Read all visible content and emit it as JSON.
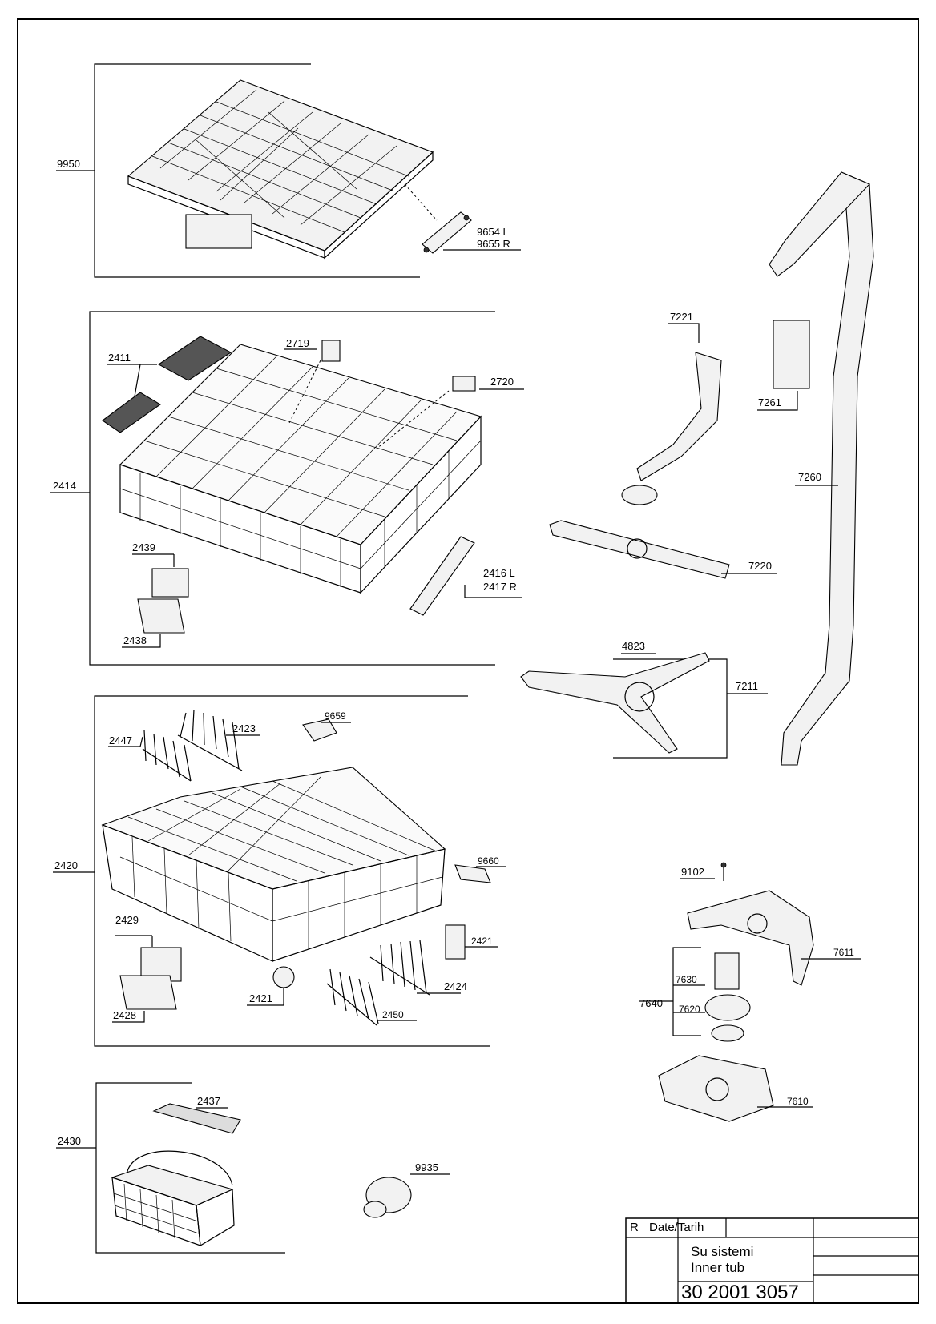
{
  "labels": {
    "p9950": "9950",
    "p9654": "9654 L",
    "p9655": "9655 R",
    "p2411": "2411",
    "p2719": "2719",
    "p2720": "2720",
    "p2414": "2414",
    "p2439": "2439",
    "p2438": "2438",
    "p2416": "2416 L",
    "p2417": "2417 R",
    "p7221": "7221",
    "p7261": "7261",
    "p7260": "7260",
    "p7220": "7220",
    "p4823": "4823",
    "p7211": "7211",
    "p9659": "9659",
    "p2423": "2423",
    "p2447": "2447",
    "p2420": "2420",
    "p9660": "9660",
    "p2429": "2429",
    "p2421a": "2421",
    "p2421b": "2421",
    "p2424": "2424",
    "p2428": "2428",
    "p2450": "2450",
    "p9102": "9102",
    "p7611": "7611",
    "p7630": "7630",
    "p7640": "7640",
    "p7620": "7620",
    "p7610": "7610",
    "p2437": "2437",
    "p2430": "2430",
    "p9935": "9935"
  },
  "title_block": {
    "rev": "R",
    "date_label": "Date/Tarih",
    "title_tr": "Su sistemi",
    "title_en": "Inner tub",
    "doc_number": "30 2001 3057"
  }
}
